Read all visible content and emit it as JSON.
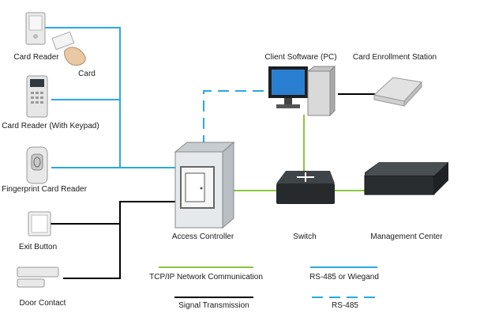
{
  "devices": {
    "card_reader": "Card Reader",
    "card": "Card",
    "card_reader_keypad": "Card Reader (With Keypad)",
    "fingerprint_reader": "Fingerprint Card Reader",
    "exit_button": "Exit Button",
    "door_contact": "Door Contact",
    "access_controller": "Access Controller",
    "switch": "Switch",
    "management_center": "Management Center",
    "client_software": "Client Software (PC)",
    "enrollment_station": "Card Enrollment Station"
  },
  "legend": {
    "tcpip": "TCP/IP Network Communication",
    "rs485_wiegand": "RS-485 or Wiegand",
    "signal": "Signal Transmission",
    "rs485": "RS-485"
  },
  "colors": {
    "tcpip": "#8cc63f",
    "rs485": "#29a8e0",
    "signal": "#000000"
  }
}
